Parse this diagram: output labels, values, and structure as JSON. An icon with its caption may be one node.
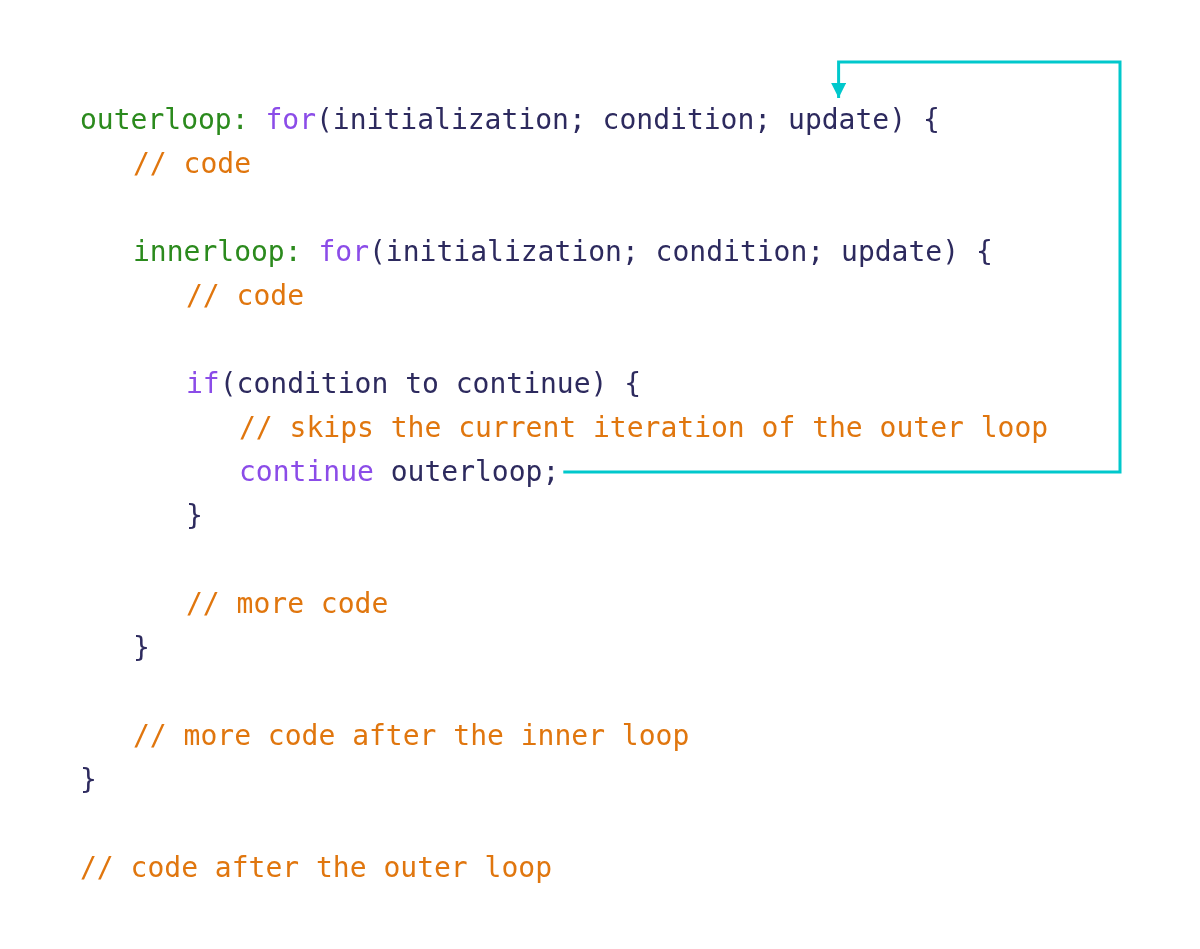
{
  "diagram": {
    "nodes": [
      {
        "text": [
          "outerloop: for(initialization; condition; update) {"
        ]
      },
      {
        "text": [
          "continue outerloop;"
        ]
      }
    ],
    "edges": [
      {
        "from": 1,
        "to": 0,
        "arrow": "to",
        "color": "#00c8cc"
      }
    ],
    "labels": [
      "// code",
      "innerloop: for(initialization; condition; update) {",
      "// code",
      "if(condition to continue) {",
      "// skips the current iteration of the outer loop",
      "}",
      "// more code",
      "}",
      "// more code after the inner loop",
      "}",
      "// code after the outer loop"
    ]
  }
}
